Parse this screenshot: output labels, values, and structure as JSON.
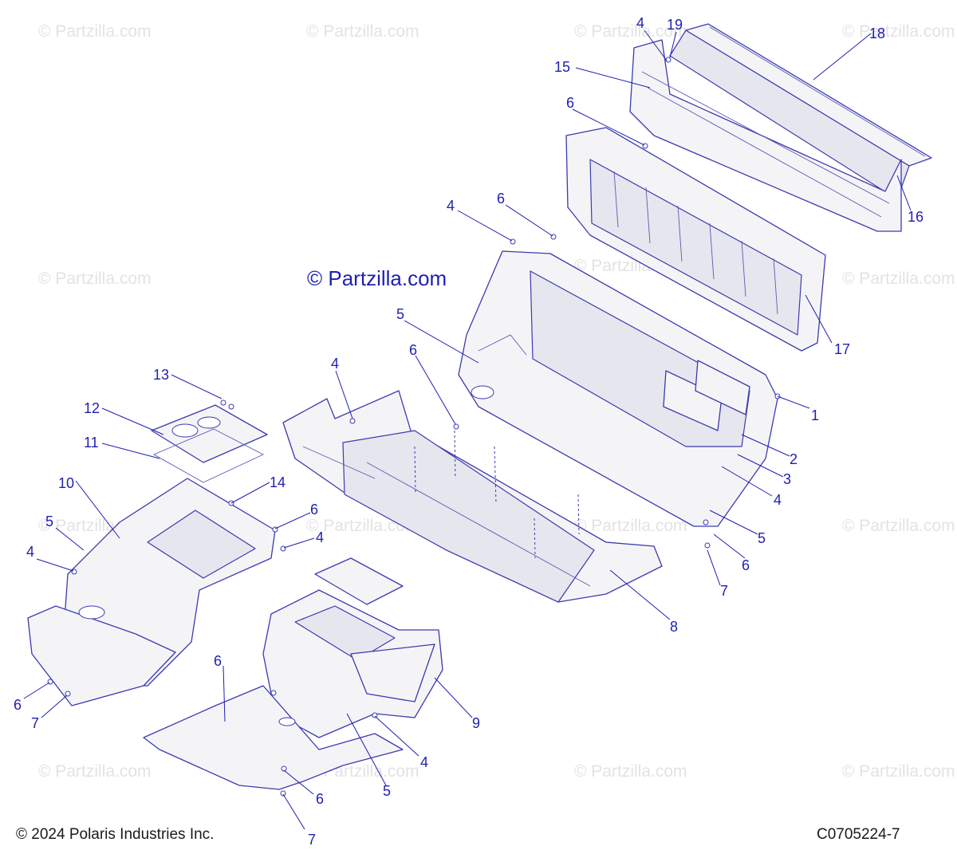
{
  "watermark_text": "© Partzilla.com",
  "center_watermark": "© Partzilla.com",
  "copyright": "© 2024 Polaris Industries Inc.",
  "diagram_code": "C0705224-7",
  "colors": {
    "callout": "#1f1fb4",
    "outline": "#3b3bb0",
    "watermark": "#e3e3e3"
  },
  "callouts": [
    {
      "label": "1"
    },
    {
      "label": "2"
    },
    {
      "label": "3"
    },
    {
      "label": "4"
    },
    {
      "label": "5"
    },
    {
      "label": "6"
    },
    {
      "label": "7"
    },
    {
      "label": "8"
    },
    {
      "label": "9"
    },
    {
      "label": "10"
    },
    {
      "label": "11"
    },
    {
      "label": "12"
    },
    {
      "label": "13"
    },
    {
      "label": "14"
    },
    {
      "label": "15"
    },
    {
      "label": "16"
    },
    {
      "label": "17"
    },
    {
      "label": "18"
    },
    {
      "label": "19"
    },
    {
      "label": "4"
    },
    {
      "label": "6"
    },
    {
      "label": "4"
    },
    {
      "label": "6"
    },
    {
      "label": "5"
    },
    {
      "label": "4"
    },
    {
      "label": "5"
    },
    {
      "label": "6"
    },
    {
      "label": "7"
    },
    {
      "label": "6"
    },
    {
      "label": "4"
    },
    {
      "label": "5"
    },
    {
      "label": "4"
    },
    {
      "label": "6"
    },
    {
      "label": "7"
    },
    {
      "label": "6"
    },
    {
      "label": "4"
    },
    {
      "label": "5"
    },
    {
      "label": "6"
    },
    {
      "label": "7"
    },
    {
      "label": "6"
    }
  ]
}
